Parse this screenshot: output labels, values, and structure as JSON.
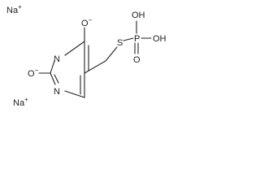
{
  "molecule": {
    "ions": [
      {
        "symbol": "Na",
        "charge": "+"
      },
      {
        "symbol": "Na",
        "charge": "+"
      }
    ],
    "ring_atoms": {
      "n_top": "N",
      "n_bottom": "N"
    },
    "oxide_substituents": [
      {
        "symbol": "O",
        "charge": "−"
      },
      {
        "symbol": "O",
        "charge": "−"
      }
    ],
    "thio_linker": "S",
    "phosphorus": "P",
    "hydroxyls": [
      "OH",
      "OH"
    ],
    "phosphoryl_oxygen": "O"
  }
}
